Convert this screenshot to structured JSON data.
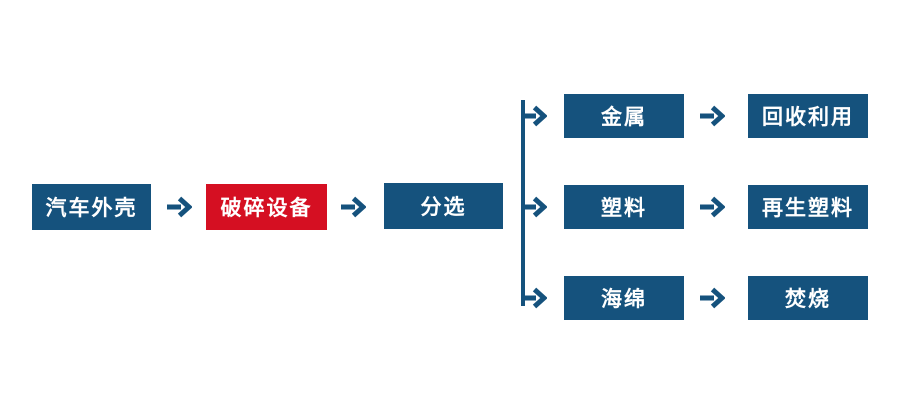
{
  "colors": {
    "node_blue": "#15527d",
    "node_red": "#d50f22",
    "node_text": "#ffffff",
    "arrow_blue": "#15527d",
    "background": "#ffffff"
  },
  "flow": {
    "main_nodes": [
      {
        "label": "汽车外壳",
        "variant": "blue"
      },
      {
        "label": "破碎设备",
        "variant": "red"
      },
      {
        "label": "分选",
        "variant": "blue"
      }
    ],
    "branches": [
      {
        "material": "金属",
        "outcome": "回收利用"
      },
      {
        "material": "塑料",
        "outcome": "再生塑料"
      },
      {
        "material": "海绵",
        "outcome": "焚烧"
      }
    ]
  }
}
